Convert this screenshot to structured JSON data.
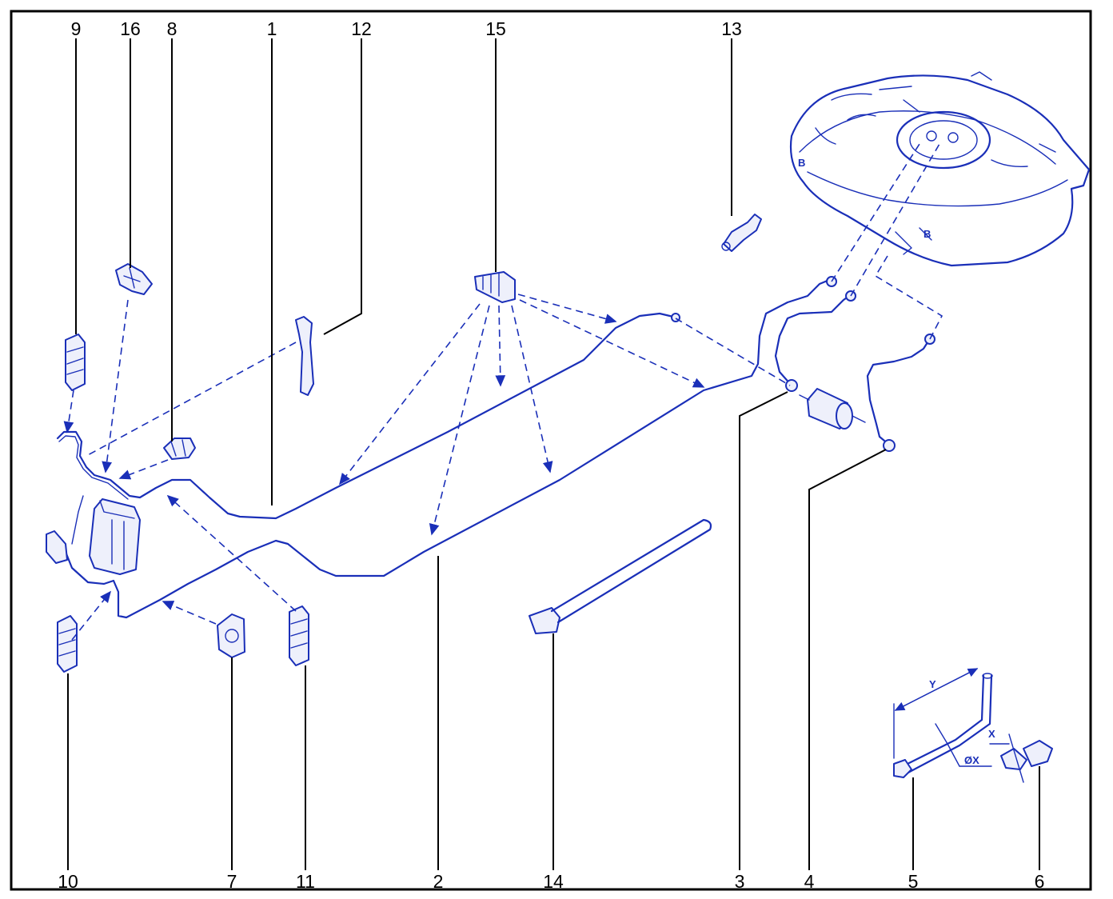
{
  "colors": {
    "line": "#1a2fb8",
    "callout": "#000000",
    "background": "#ffffff"
  },
  "callouts": {
    "c1": "1",
    "c2": "2",
    "c3": "3",
    "c4": "4",
    "c5": "5",
    "c6": "6",
    "c7": "7",
    "c8": "8",
    "c9": "9",
    "c10": "10",
    "c11": "11",
    "c12": "12",
    "c13": "13",
    "c14": "14",
    "c15": "15",
    "c16": "16"
  },
  "dimensions": {
    "y": "Y",
    "x": "X",
    "diameter": "ØX"
  }
}
